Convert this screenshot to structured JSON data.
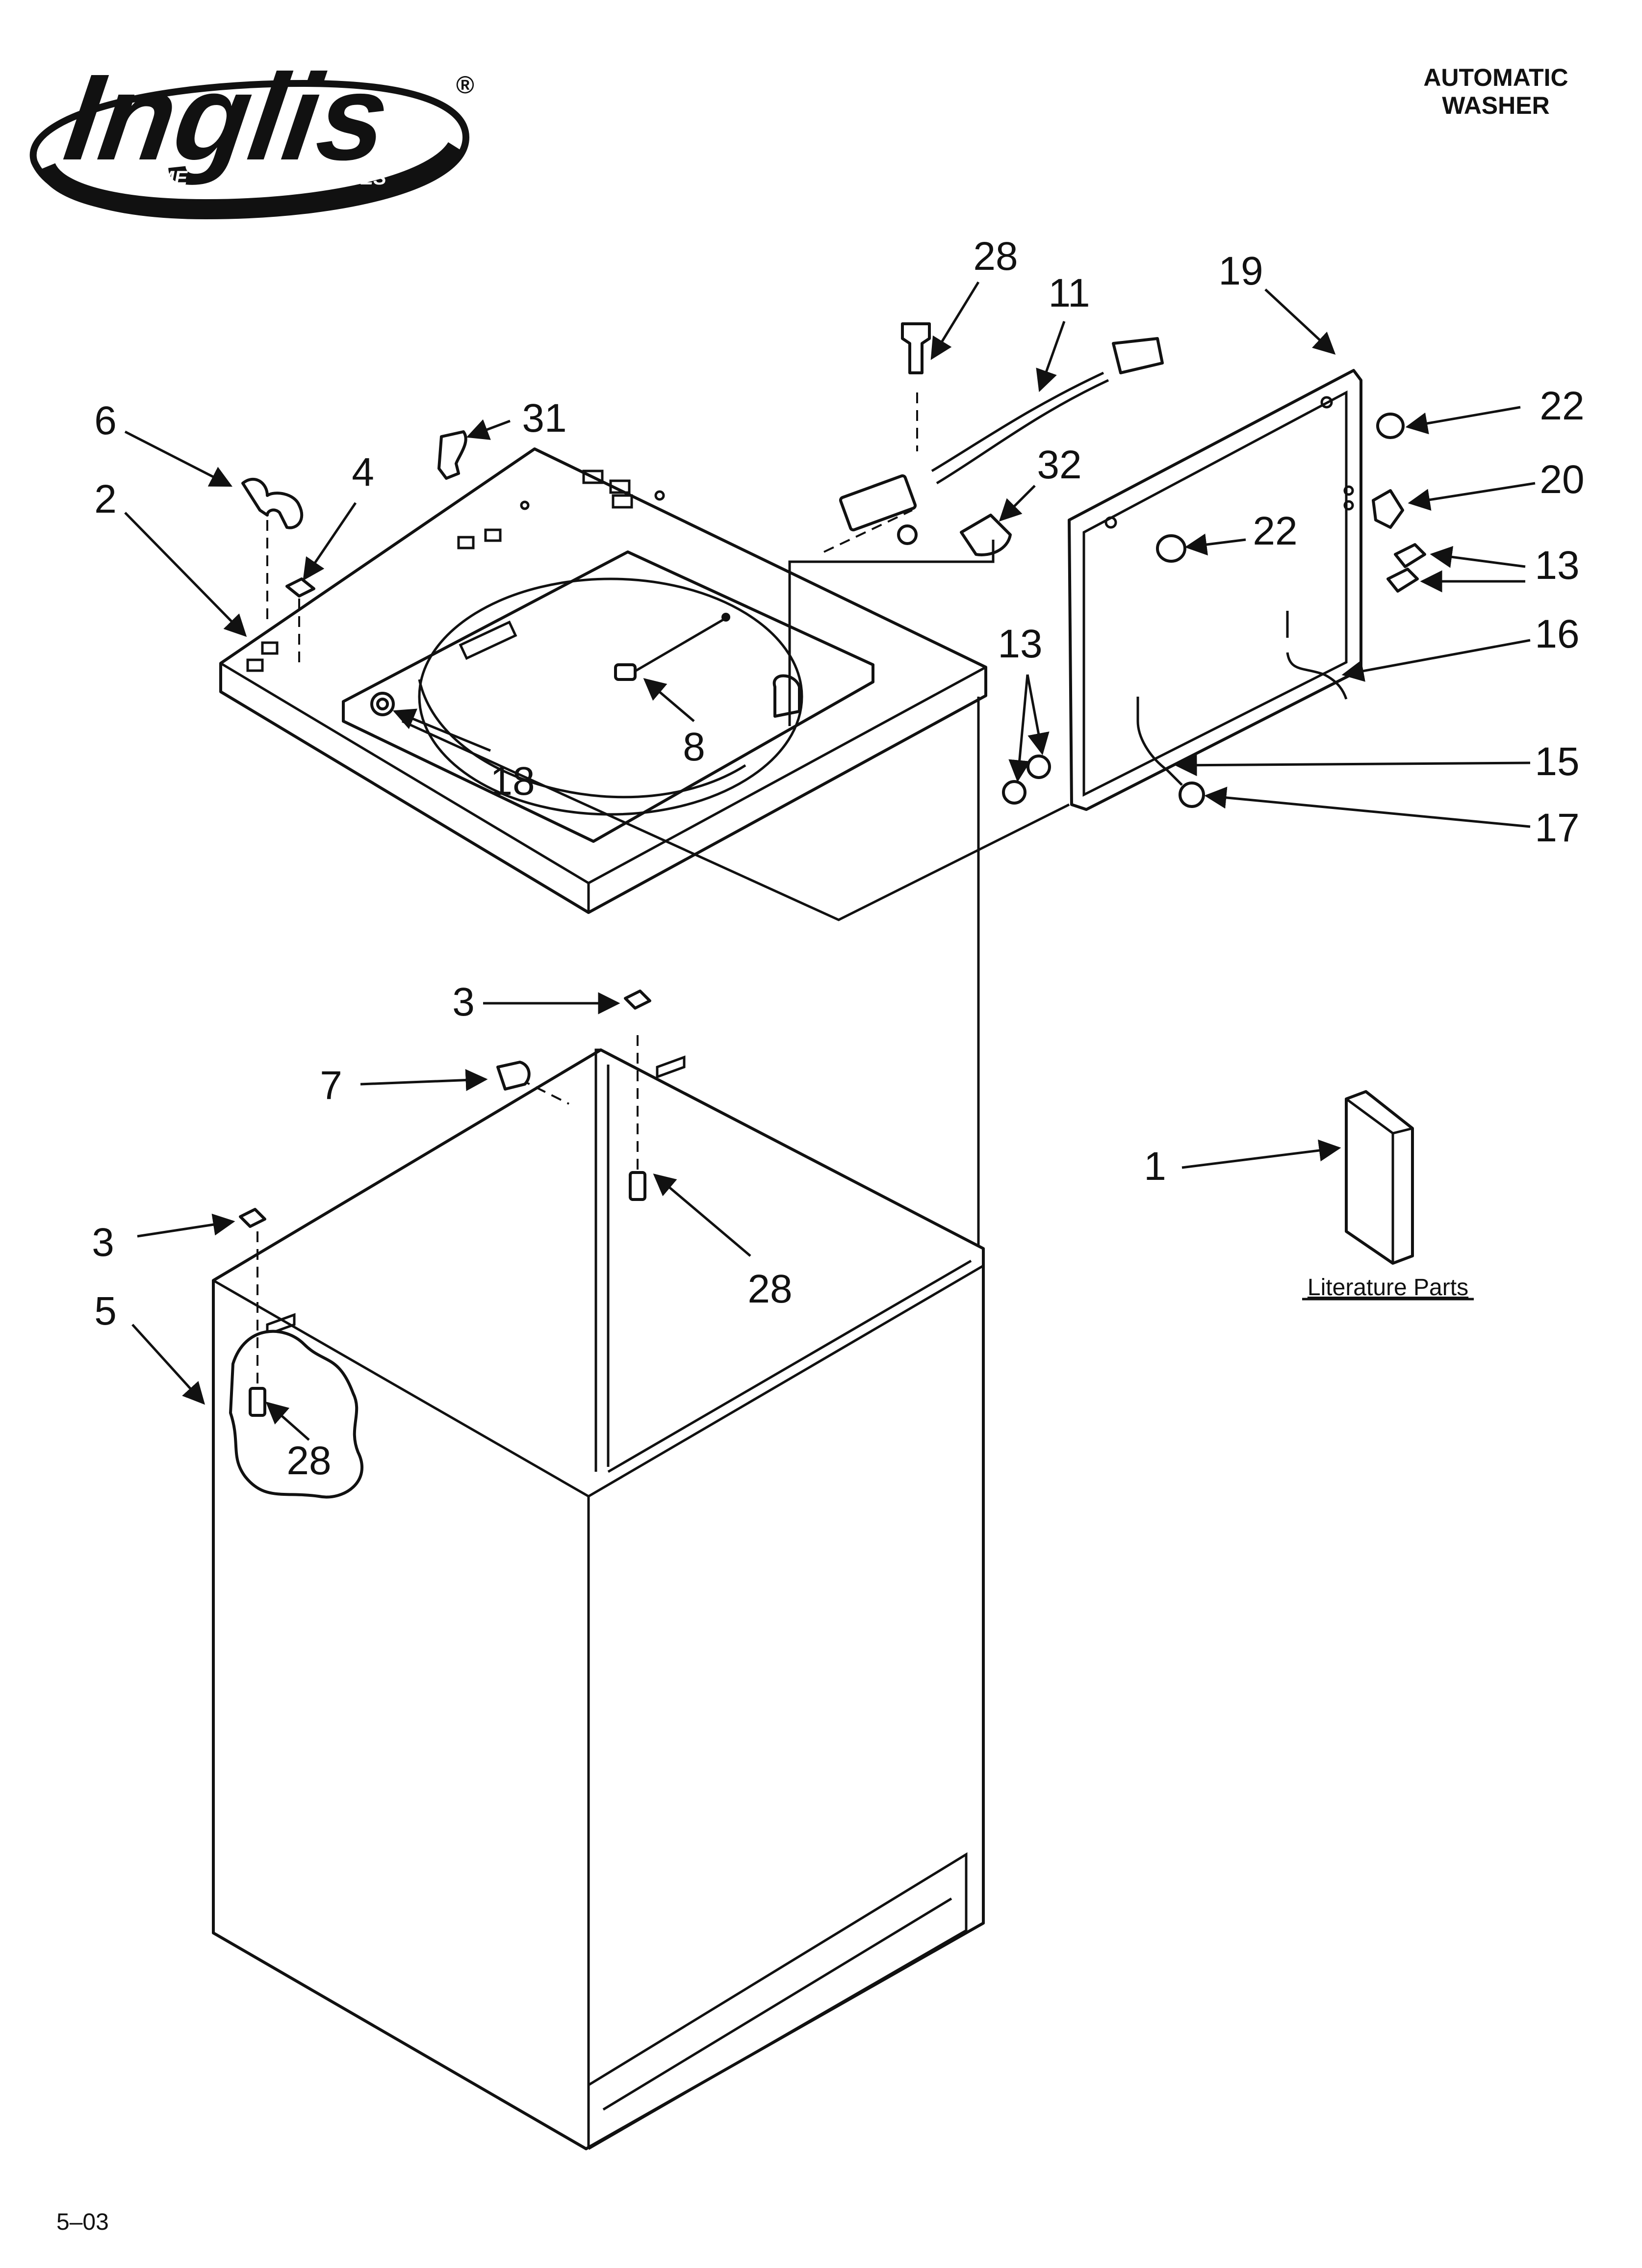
{
  "brand": {
    "name": "Inglis",
    "registered": "®",
    "tagline_left": "HOME",
    "tagline_right": "APPLIANCES"
  },
  "header": {
    "line1": "AUTOMATIC",
    "line2": "WASHER"
  },
  "footer": {
    "code": "5–03"
  },
  "literature": {
    "label": "Literature Parts"
  },
  "callouts": {
    "c_6": "6",
    "c_2": "2",
    "c_4": "4",
    "c_31": "31",
    "c_28a": "28",
    "c_11": "11",
    "c_32": "32",
    "c_19": "19",
    "c_22a": "22",
    "c_20": "20",
    "c_22b": "22",
    "c_13a": "13",
    "c_16": "16",
    "c_13b": "13",
    "c_15": "15",
    "c_17": "17",
    "c_8": "8",
    "c_18": "18",
    "c_3a": "3",
    "c_7": "7",
    "c_28b": "28",
    "c_3b": "3",
    "c_5": "5",
    "c_28c": "28",
    "c_1": "1"
  }
}
